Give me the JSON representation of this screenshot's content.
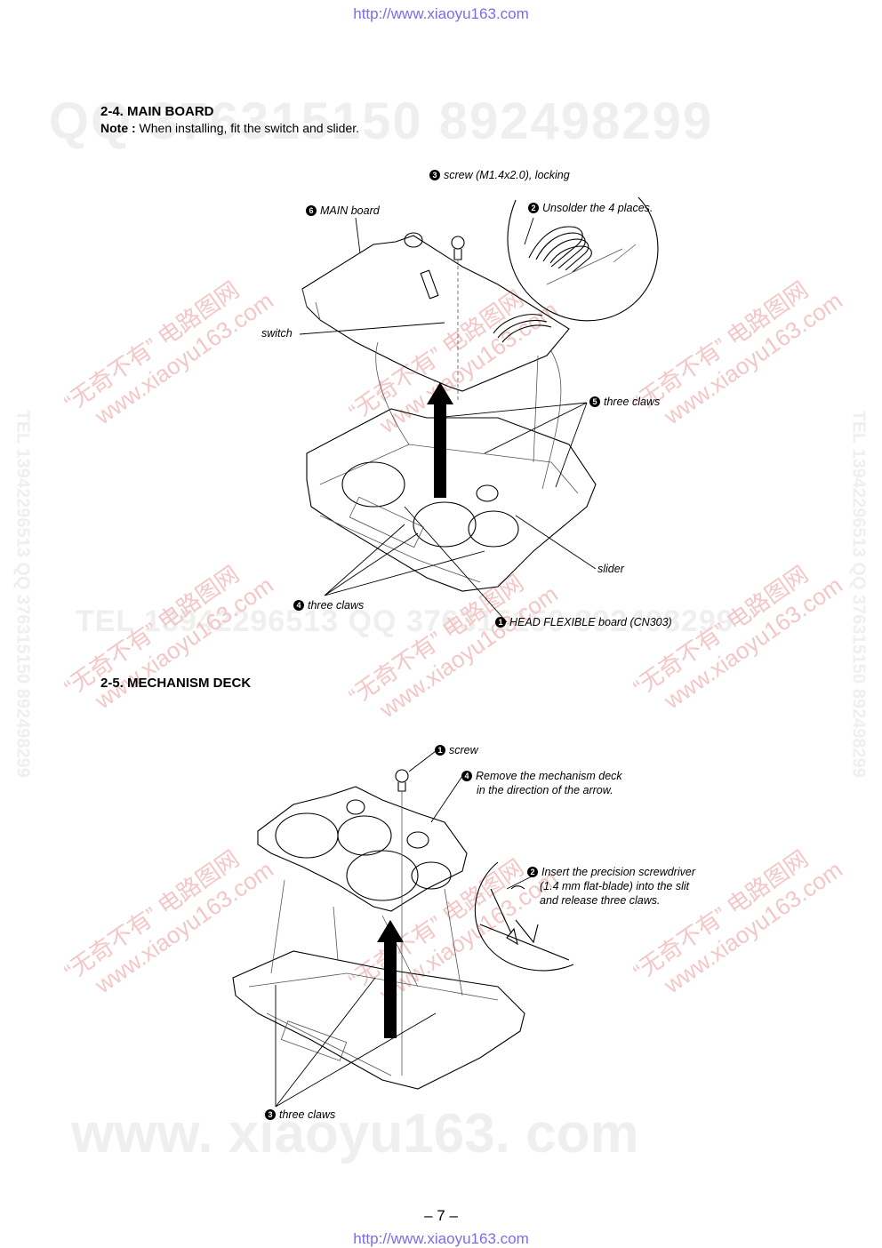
{
  "header_url": "http://www.xiaoyu163.com",
  "footer_url": "http://www.xiaoyu163.com",
  "page_number": "– 7 –",
  "watermarks": {
    "qq_line": "QQ 376315150   892498299",
    "tel_line": "TEL 13942296513   QQ 376315150   892498299",
    "side_text": "TEL 13942296513 QQ 376315150 892498299",
    "bottom_line": "www. xiaoyu163. com",
    "cn_text": "“无奇不有” 电路图网",
    "site_text": "www.xiaoyu163.com"
  },
  "section_main": {
    "title": "2-4. MAIN BOARD",
    "note_label": "Note :",
    "note_text": " When installing, fit the switch and slider.",
    "callouts": {
      "screw": {
        "num": "3",
        "text": "screw (M1.4x2.0), locking"
      },
      "main_board": {
        "num": "6",
        "text": "MAIN board"
      },
      "unsolder": {
        "num": "2",
        "text": "Unsolder the 4 places."
      },
      "switch": {
        "text": "switch"
      },
      "claws5": {
        "num": "5",
        "text": "three claws"
      },
      "slider": {
        "text": "slider"
      },
      "claws4": {
        "num": "4",
        "text": "three claws"
      },
      "head_flex": {
        "num": "1",
        "text": "HEAD FLEXIBLE board (CN303)"
      }
    }
  },
  "section_deck": {
    "title": "2-5. MECHANISM DECK",
    "callouts": {
      "screw": {
        "num": "1",
        "text": "screw"
      },
      "remove_line1": "Remove the mechanism deck",
      "remove_line2": "in the direction of the arrow.",
      "remove_num": "4",
      "insert_num": "2",
      "insert_line1": "Insert the precision screwdriver",
      "insert_line2": "(1.4 mm flat-blade) into the slit",
      "insert_line3": "and release three claws.",
      "claws3": {
        "num": "3",
        "text": "three claws"
      }
    }
  }
}
